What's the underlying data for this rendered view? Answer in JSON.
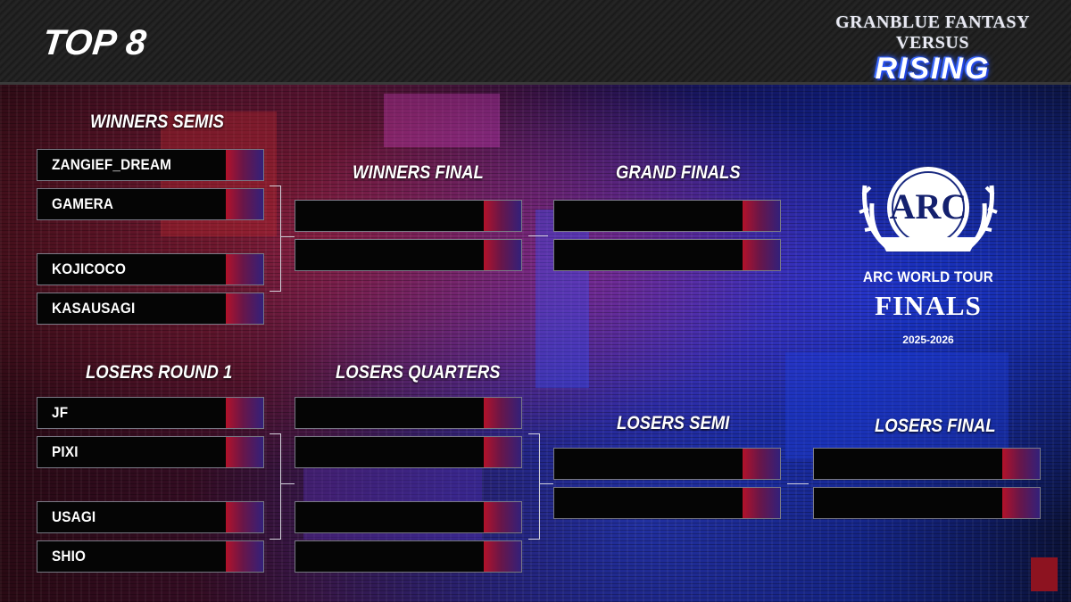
{
  "header": {
    "title": "TOP 8",
    "game_logo_line1": "GRANBLUE FANTASY VERSUS",
    "game_logo_line2": "RISING"
  },
  "bracket": {
    "winners_semis": {
      "label": "WINNERS SEMIS",
      "players": [
        "ZANGIEF_DREAM",
        "GAMERA",
        "KOJICOCO",
        "KASAUSAGI"
      ]
    },
    "winners_final": {
      "label": "WINNERS FINAL",
      "players": [
        "",
        ""
      ]
    },
    "grand_finals": {
      "label": "GRAND FINALS",
      "players": [
        "",
        ""
      ]
    },
    "losers_round1": {
      "label": "LOSERS ROUND 1",
      "players": [
        "JF",
        "PIXI",
        "USAGI",
        "SHIO"
      ]
    },
    "losers_quarters": {
      "label": "LOSERS QUARTERS",
      "players": [
        "",
        "",
        "",
        ""
      ]
    },
    "losers_semi": {
      "label": "LOSERS SEMI",
      "players": [
        "",
        ""
      ]
    },
    "losers_final": {
      "label": "LOSERS FINAL",
      "players": [
        "",
        ""
      ]
    }
  },
  "event_logo": {
    "emblem": "ARC",
    "line1": "ARC WORLD TOUR",
    "line2": "FINALS",
    "season": "2025-2026"
  },
  "colors": {
    "score_red": "#b3122a",
    "score_blue": "#33207a",
    "slot_bg": "#050505"
  }
}
